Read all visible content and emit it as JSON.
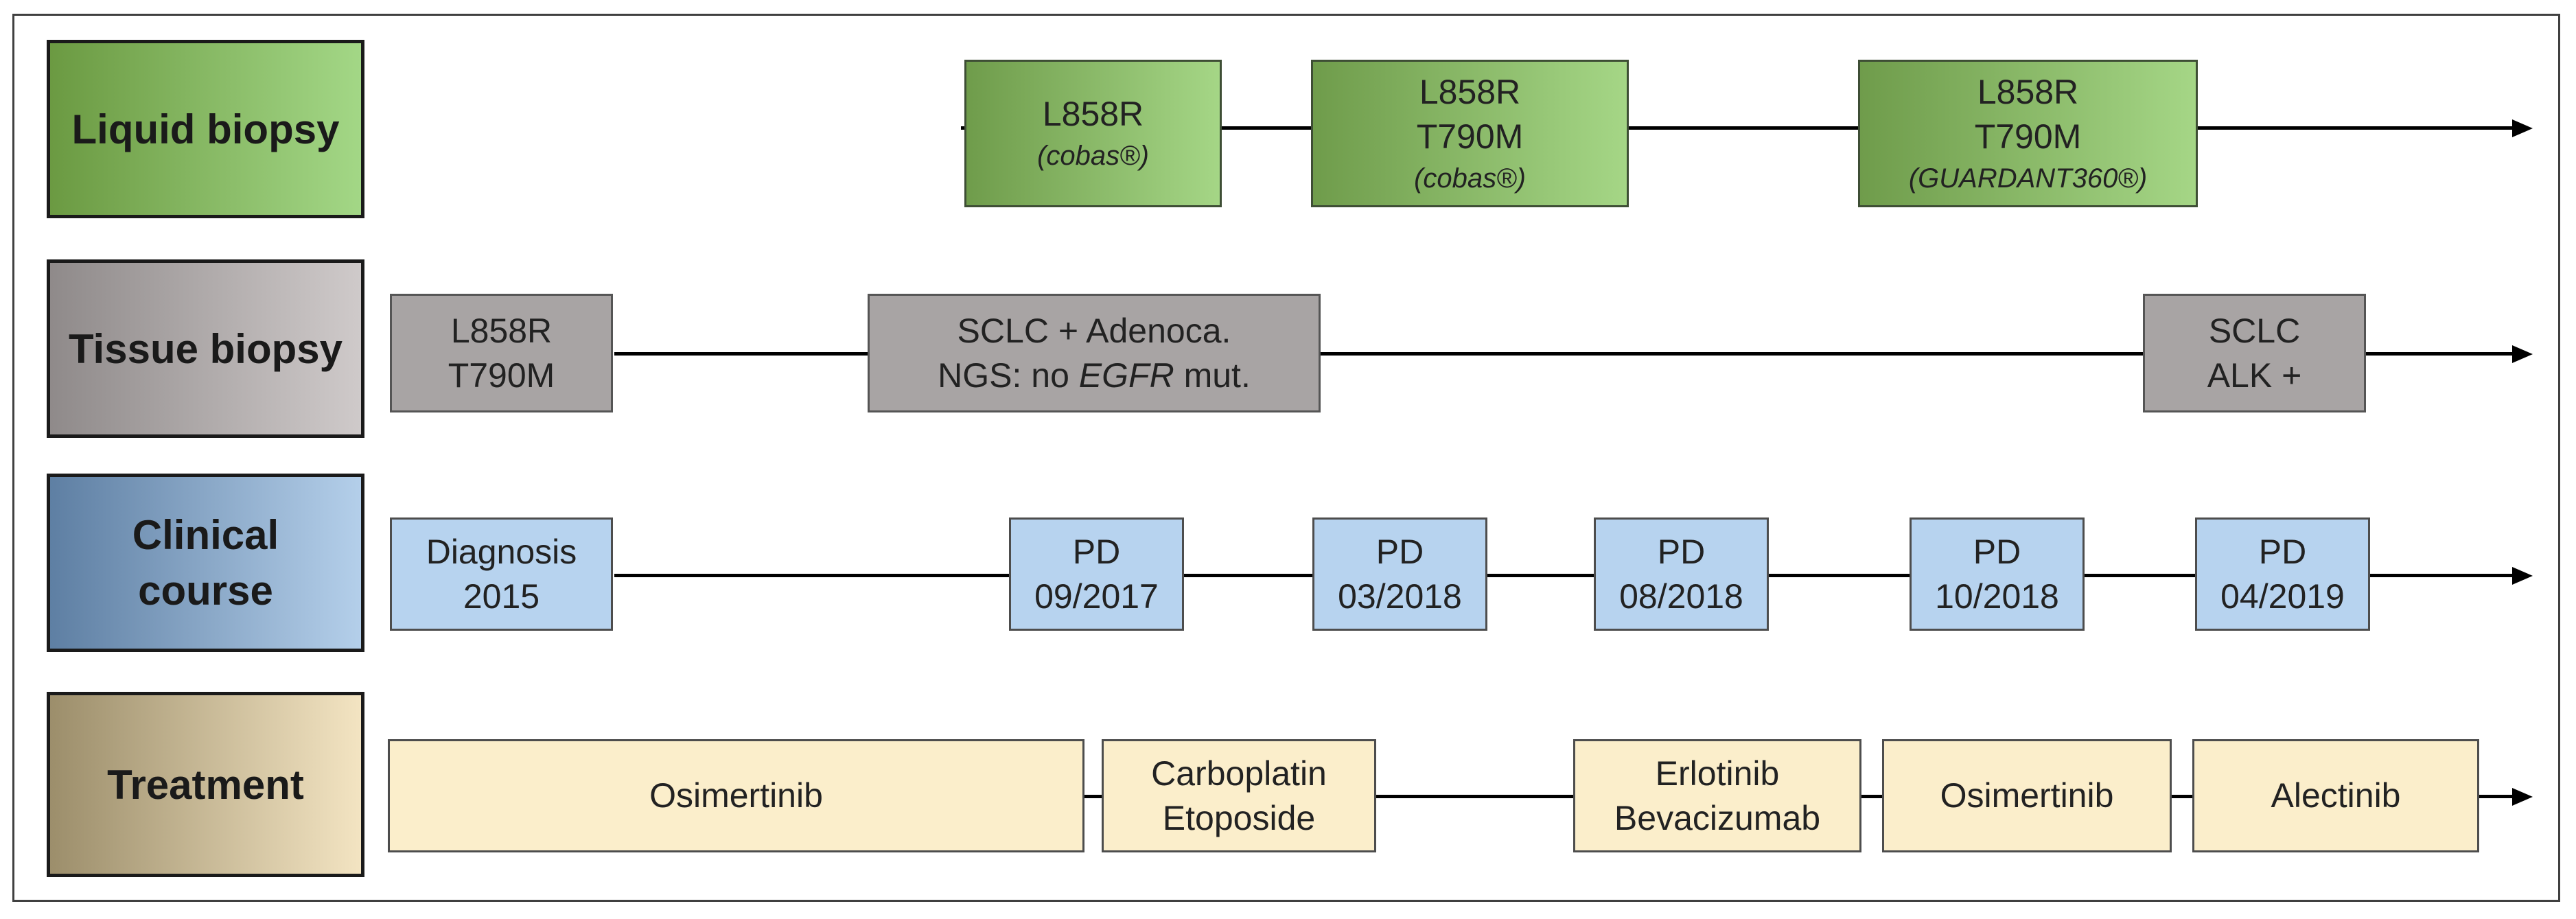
{
  "rows": {
    "liquid": {
      "label": "Liquid biopsy",
      "boxes": [
        {
          "lines": [
            "L858R"
          ],
          "sub": "(cobas®)"
        },
        {
          "lines": [
            "L858R",
            "T790M"
          ],
          "sub": "(cobas®)"
        },
        {
          "lines": [
            "L858R",
            "T790M"
          ],
          "sub": "(GUARDANT360®)"
        }
      ]
    },
    "tissue": {
      "label": "Tissue biopsy",
      "boxes": [
        {
          "lines": [
            "L858R",
            "T790M"
          ]
        },
        {
          "lines": [
            "SCLC + Adenoca."
          ],
          "ngs_prefix": "NGS: no ",
          "ngs_gene": "EGFR",
          "ngs_suffix": " mut."
        },
        {
          "lines": [
            "SCLC",
            "ALK +"
          ]
        }
      ]
    },
    "clinical": {
      "label_line1": "Clinical",
      "label_line2": "course",
      "boxes": [
        {
          "lines": [
            "Diagnosis",
            "2015"
          ]
        },
        {
          "lines": [
            "PD",
            "09/2017"
          ]
        },
        {
          "lines": [
            "PD",
            "03/2018"
          ]
        },
        {
          "lines": [
            "PD",
            "08/2018"
          ]
        },
        {
          "lines": [
            "PD",
            "10/2018"
          ]
        },
        {
          "lines": [
            "PD",
            "04/2019"
          ]
        }
      ]
    },
    "treatment": {
      "label": "Treatment",
      "boxes": [
        {
          "lines": [
            "Osimertinib"
          ]
        },
        {
          "lines": [
            "Carboplatin",
            "Etoposide"
          ]
        },
        {
          "lines": [
            "Erlotinib",
            "Bevacizumab"
          ]
        },
        {
          "lines": [
            "Osimertinib"
          ]
        },
        {
          "lines": [
            "Alectinib"
          ]
        }
      ]
    }
  },
  "colors": {
    "liquid": "#8cbd68",
    "tissue": "#a8a4a4",
    "clinical": "#b7d3ef",
    "treatment": "#fbeecb"
  }
}
